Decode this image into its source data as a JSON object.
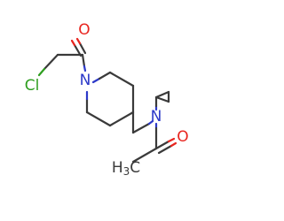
{
  "atoms": {
    "oxygen_top": "O",
    "chlorine": "Cl",
    "nitrogen_ring": "N",
    "nitrogen_amide": "N",
    "oxygen_bottom": "O"
  },
  "colors": {
    "bond": "#3a3a3a",
    "oxygen": "#e8251f",
    "nitrogen": "#2c39c9",
    "chlorine": "#2e9e1f",
    "background": "#ffffff"
  }
}
